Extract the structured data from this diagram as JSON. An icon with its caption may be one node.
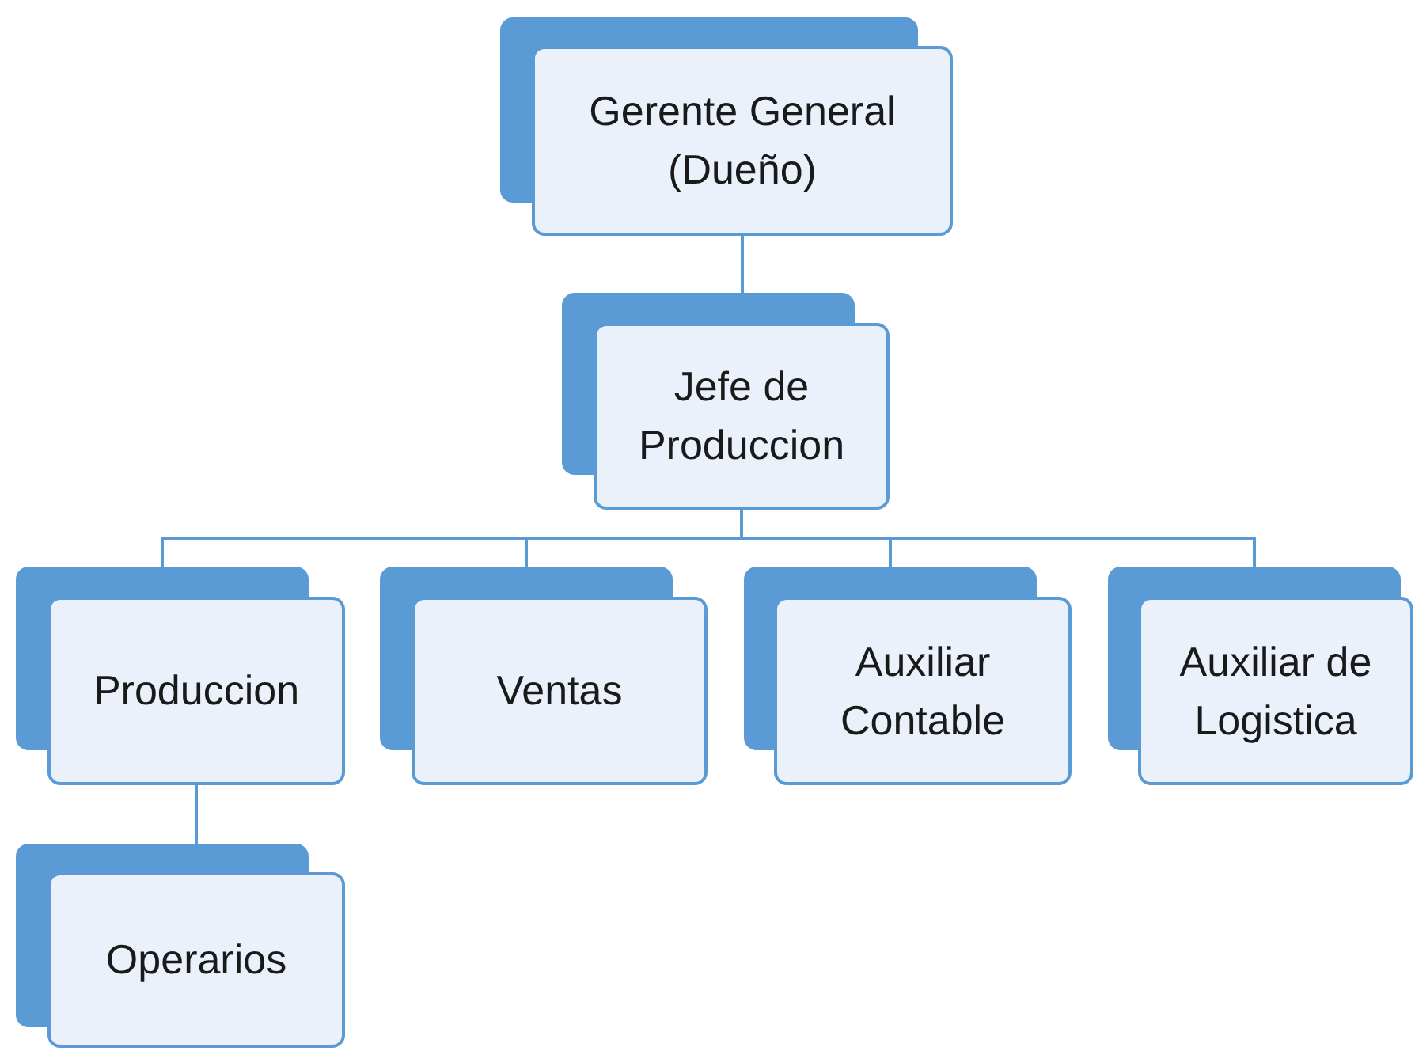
{
  "diagram": {
    "nodes": [
      {
        "text": [
          "Gerente General (Dueño)"
        ]
      },
      {
        "text": [
          "Jefe de Produccion"
        ]
      },
      {
        "text": [
          "Produccion"
        ]
      },
      {
        "text": [
          "Ventas"
        ]
      },
      {
        "text": [
          "Auxiliar Contable"
        ]
      },
      {
        "text": [
          "Auxiliar de Logistica"
        ]
      },
      {
        "text": [
          "Operarios"
        ]
      }
    ],
    "edges": [
      {
        "from": 0,
        "to": 1,
        "arrow": "none"
      },
      {
        "from": 1,
        "to": 2,
        "arrow": "none"
      },
      {
        "from": 1,
        "to": 3,
        "arrow": "none"
      },
      {
        "from": 1,
        "to": 4,
        "arrow": "none"
      },
      {
        "from": 1,
        "to": 5,
        "arrow": "none"
      },
      {
        "from": 2,
        "to": 6,
        "arrow": "none"
      }
    ]
  }
}
